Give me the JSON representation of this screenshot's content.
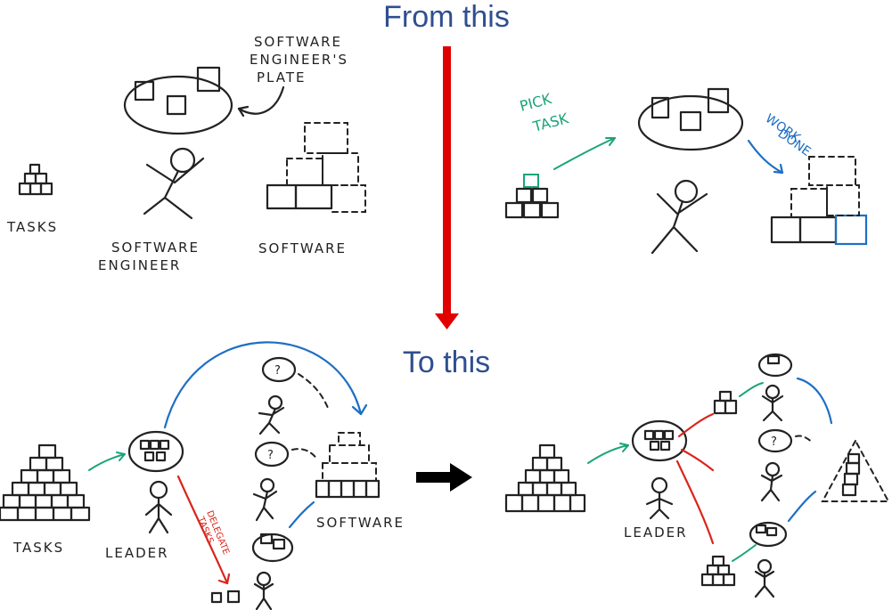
{
  "headings": {
    "from": "From this",
    "to": "To this"
  },
  "labels": {
    "tasks_top": "TASKS",
    "software_engineer_line1": "SOFTWARE",
    "software_engineer_line2": "ENGINEER",
    "software_top": "SOFTWARE",
    "plate_line1": "SOFTWARE",
    "plate_line2": "ENGINEER'S",
    "plate_line3": "PLATE",
    "pick_line1": "PICK",
    "pick_line2": "TASK",
    "work_line1": "WORK",
    "work_line2": "DONE",
    "tasks_bottom": "TASKS",
    "leader_left": "LEADER",
    "delegate_line1": "DELEGATE",
    "delegate_line2": "TASKS",
    "software_bottom": "SOFTWARE",
    "leader_right": "LEADER"
  },
  "colors": {
    "heading": "#2f4f8f",
    "divider_arrow": "#e00000",
    "green_arrow": "#1aa47a",
    "blue_arrow": "#1e6fc4",
    "red_arrow": "#d8261c",
    "transition_arrow": "#000000"
  },
  "icons": [
    "stick-figure-icon",
    "task-box-icon",
    "plate-icon",
    "software-blocks-icon",
    "pyramid-icon",
    "triangle-icon"
  ]
}
